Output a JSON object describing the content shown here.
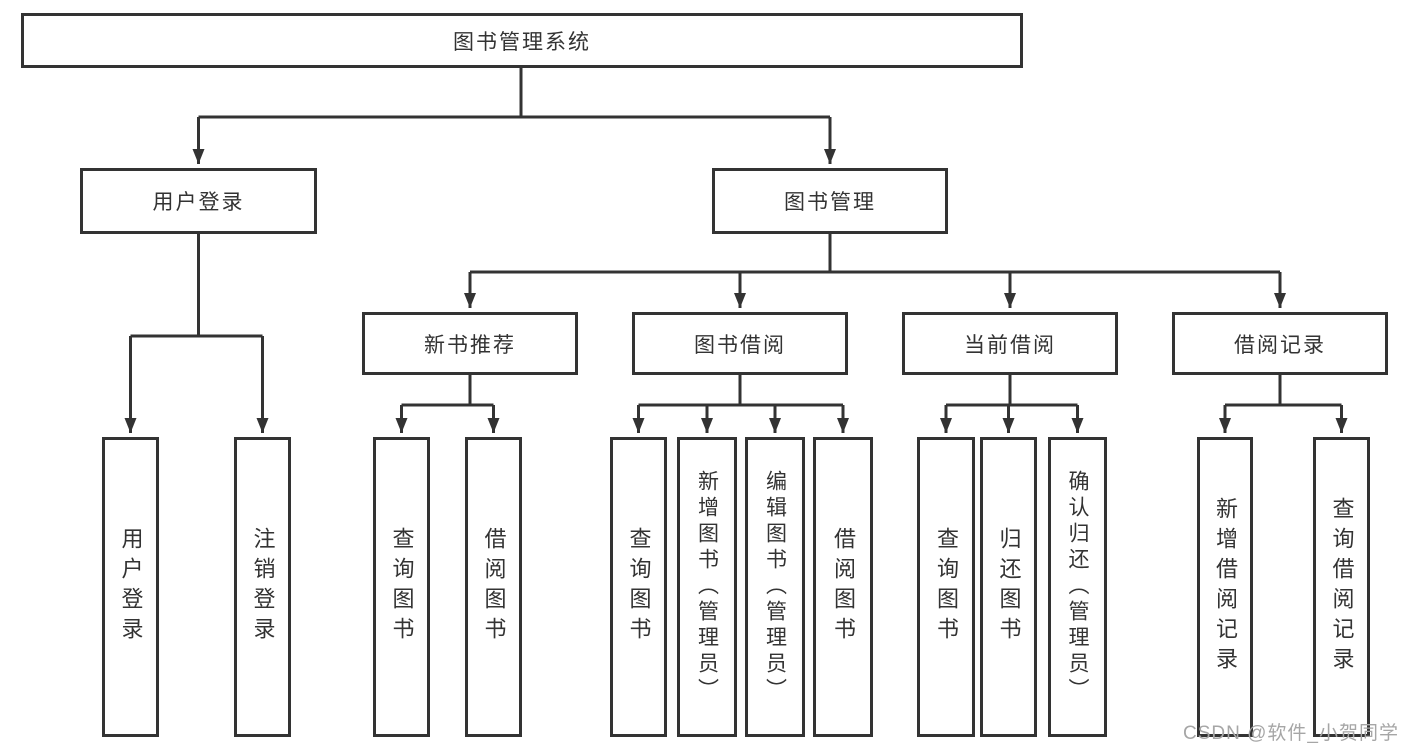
{
  "tree": {
    "root": "图书管理系统",
    "user_login": {
      "label": "用户登录",
      "children": [
        "用户登录",
        "注销登录"
      ]
    },
    "book_mgmt": {
      "label": "图书管理",
      "children": [
        {
          "label": "新书推荐",
          "children": [
            "查询图书",
            "借阅图书"
          ]
        },
        {
          "label": "图书借阅",
          "children": [
            "查询图书",
            "新增图书（管理员）",
            "编辑图书（管理员）",
            "借阅图书"
          ]
        },
        {
          "label": "当前借阅",
          "children": [
            "查询图书",
            "归还图书",
            "确认归还（管理员）"
          ]
        },
        {
          "label": "借阅记录",
          "children": [
            "新增借阅记录",
            "查询借阅记录"
          ]
        }
      ]
    }
  },
  "watermark": "CSDN @软件_小贺同学",
  "colors": {
    "line": "#333333",
    "text": "#333333",
    "watermark": "#a6a6a6",
    "background": "#ffffff"
  }
}
